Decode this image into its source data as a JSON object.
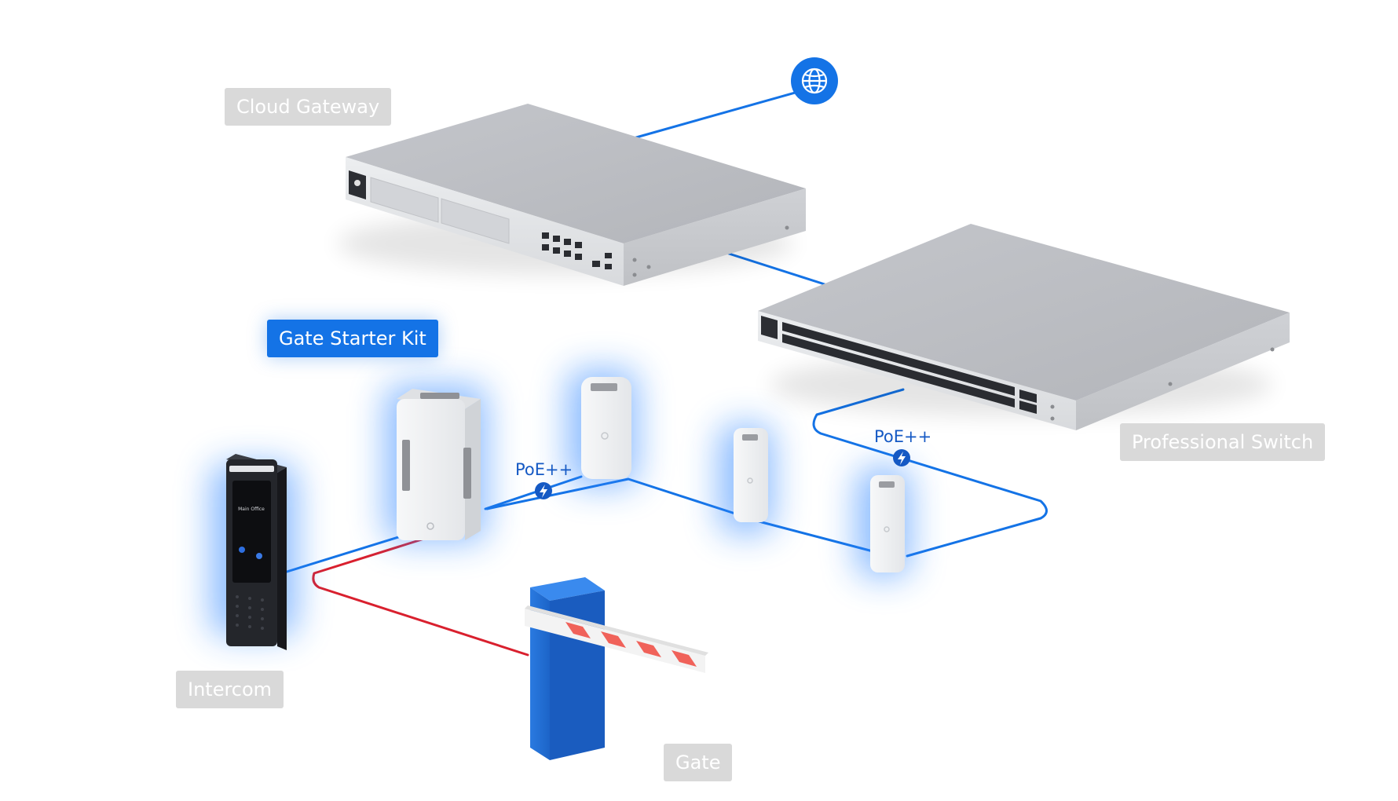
{
  "labels": {
    "cloud_gateway": "Cloud Gateway",
    "gate_starter_kit": "Gate Starter Kit",
    "professional_switch": "Professional Switch",
    "intercom": "Intercom",
    "gate": "Gate"
  },
  "connections": {
    "poe_left": "PoE++",
    "poe_right": "PoE++"
  },
  "intercom_screen": {
    "title": "Main Office"
  },
  "icons": {
    "internet": "globe-icon",
    "power": "lightning-bolt-icon"
  },
  "colors": {
    "network_line": "#1473e6",
    "relay_line": "#d9202e",
    "label_gray": "#d9d9d9",
    "label_blue": "#1473e6",
    "gate_blue": "#1f6fd6",
    "barrier_stripe": "#f0625a"
  }
}
